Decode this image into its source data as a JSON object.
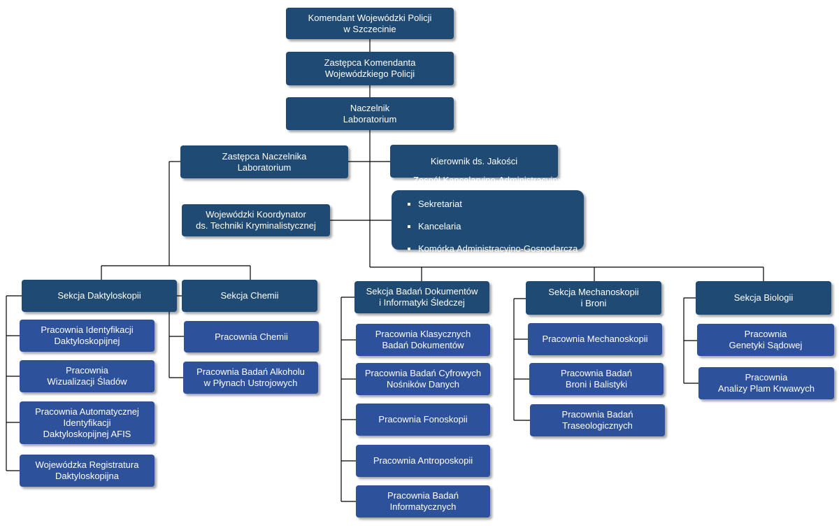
{
  "top": {
    "komendant": "Komendant Wojewódzki Policji\nw Szczecinie",
    "zastepca_komendanta": "Zastępca Komendanta\nWojewódzkiego Policji",
    "naczelnik": "Naczelnik\nLaboratorium"
  },
  "staff": {
    "zastepca_naczelnika": "Zastępca Naczelnika\nLaboratorium",
    "kierownik_jakosci": "Kierownik ds. Jakości",
    "koordynator": "Wojewódzki Koordynator\nds. Techniki Kryminalistycznej",
    "zespol": {
      "title": "Zespół Kancelaryjno-Administracyjny",
      "items": [
        "Sekretariat",
        "Kancelaria",
        "Komórka Administracyjno-Gospodarcza"
      ]
    }
  },
  "sections": {
    "daktyloskopia": {
      "title": "Sekcja Daktyloskopii",
      "units": [
        "Pracownia Identyfikacji\nDaktyloskopijnej",
        "Pracownia\nWizualizacji Śladów",
        "Pracownia Automatycznej\nIdentyfikacji\nDaktyloskopijnej AFIS",
        "Wojewódzka Registratura\nDaktyloskopijna"
      ]
    },
    "chemia": {
      "title": "Sekcja Chemii",
      "units": [
        "Pracownia Chemii",
        "Pracownia Badań Alkoholu\nw Płynach Ustrojowych"
      ]
    },
    "dokumenty": {
      "title": "Sekcja Badań Dokumentów\ni Informatyki Śledczej",
      "units": [
        "Pracownia Klasycznych\nBadań Dokumentów",
        "Pracownia Badań Cyfrowych\nNośników Danych",
        "Pracownia Fonoskopii",
        "Pracownia Antroposkopii",
        "Pracownia Badań\nInformatycznych"
      ]
    },
    "mechanoskopia": {
      "title": "Sekcja Mechanoskopii\ni Broni",
      "units": [
        "Pracownia Mechanoskopii",
        "Pracownia Badań\nBroni i Balistyki",
        "Pracownia Badań\nTraseologicznych"
      ]
    },
    "biologia": {
      "title": "Sekcja Biologii",
      "units": [
        "Pracownia\nGenetyki Sądowej",
        "Pracownia\nAnalizy Plam Krwawych"
      ]
    }
  },
  "colors": {
    "header_box": "#1f4a73",
    "unit_box": "#2d519a",
    "connector": "#000000"
  }
}
